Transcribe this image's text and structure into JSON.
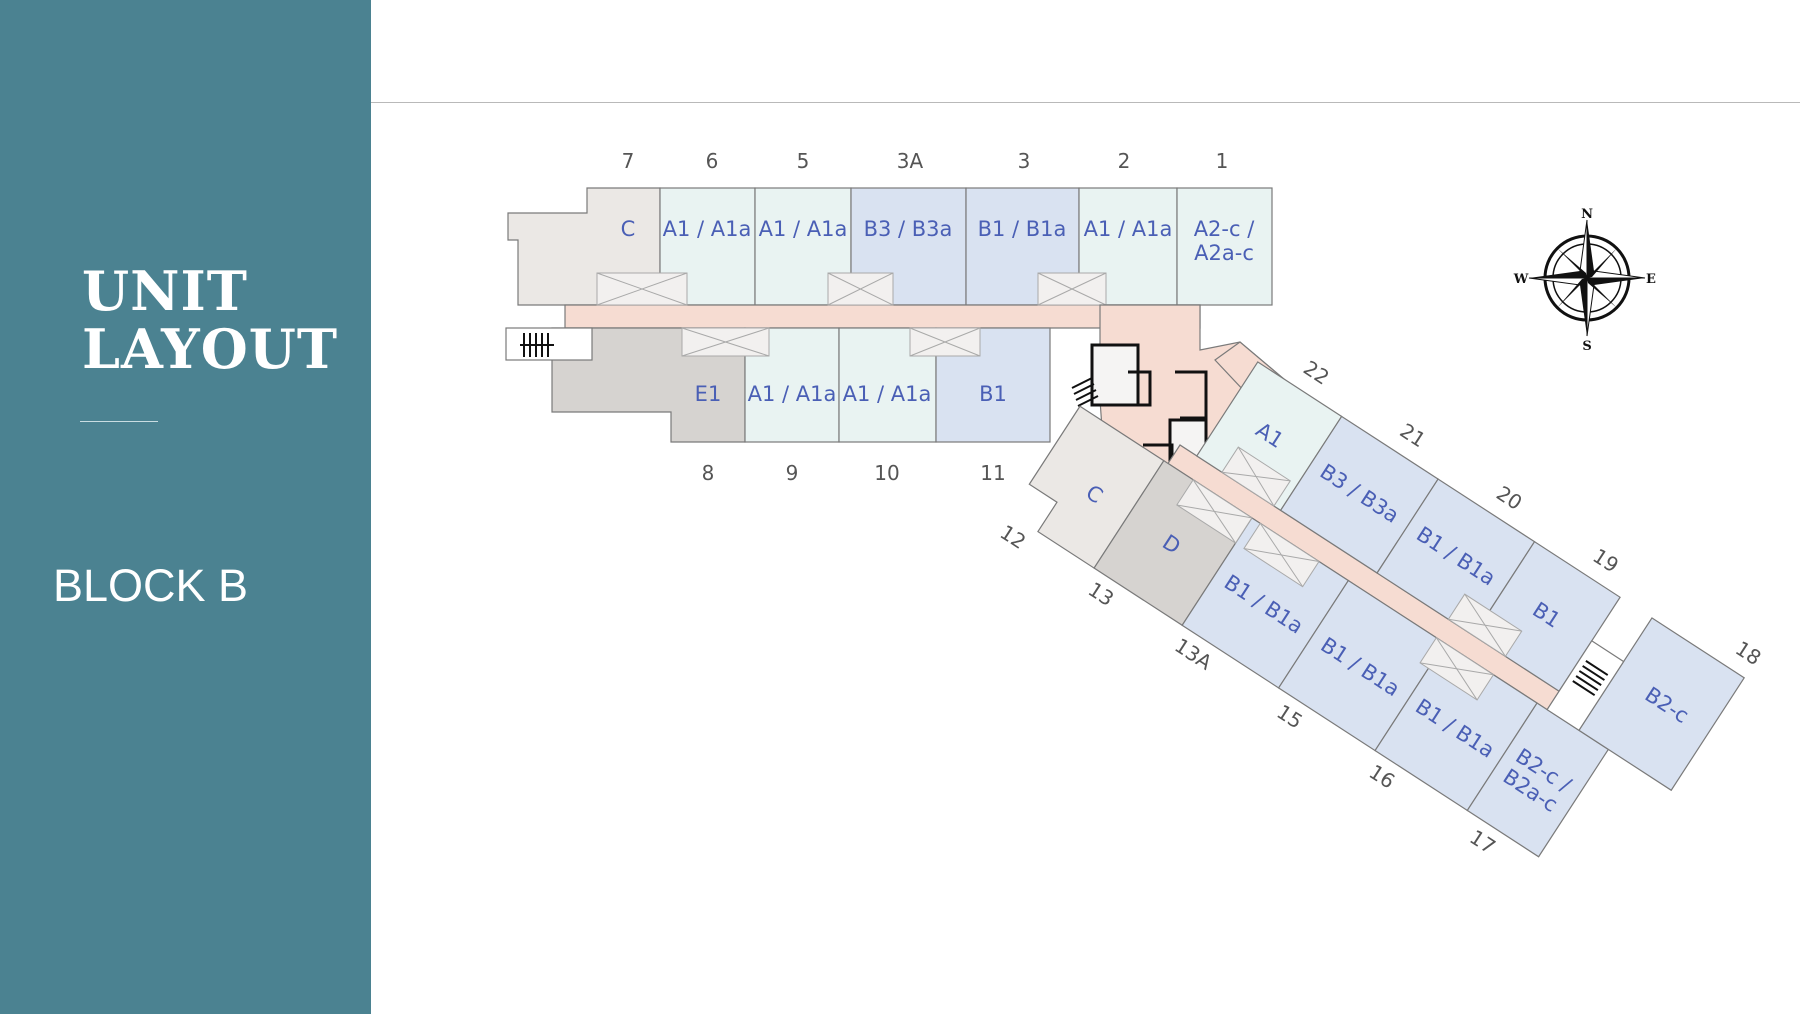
{
  "sidebar": {
    "title_line1": "UNIT",
    "title_line2": "LAYOUT",
    "block": "BLOCK B"
  },
  "colors": {
    "sidebar": "#4b8291",
    "unit_a": "#e9f3f2",
    "unit_b": "#d9e2f1",
    "unit_c": "#ebe8e5",
    "unit_d": "#d6d3d0",
    "corridor": "#f6dcd2",
    "label": "#4a5fb5"
  },
  "compass": {
    "n": "N",
    "s": "S",
    "e": "E",
    "w": "W"
  },
  "units": {
    "u7": "C",
    "u6": "A1 / A1a",
    "u5": "A1 / A1a",
    "u3a": "B3 / B3a",
    "u3": "B1 / B1a",
    "u2": "A1 / A1a",
    "u1_l1": "A2-c /",
    "u1_l2": "A2a-c",
    "u8": "E1",
    "u9": "A1 / A1a",
    "u10": "A1 / A1a",
    "u11": "B1",
    "u22": "A1",
    "u21": "B3 / B3a",
    "u20": "B1 / B1a",
    "u19": "B1",
    "u18": "B2-c",
    "u12": "C",
    "u13": "D",
    "u13a": "B1 / B1a",
    "u15": "B1 / B1a",
    "u16": "B1 / B1a",
    "u17_l1": "B2-c /",
    "u17_l2": "B2a-c"
  },
  "numbers": {
    "n7": "7",
    "n6": "6",
    "n5": "5",
    "n3a": "3A",
    "n3": "3",
    "n2": "2",
    "n1": "1",
    "n8": "8",
    "n9": "9",
    "n10": "10",
    "n11": "11",
    "n22": "22",
    "n21": "21",
    "n20": "20",
    "n19": "19",
    "n18": "18",
    "n12": "12",
    "n13": "13",
    "n13a": "13A",
    "n15": "15",
    "n16": "16",
    "n17": "17"
  }
}
